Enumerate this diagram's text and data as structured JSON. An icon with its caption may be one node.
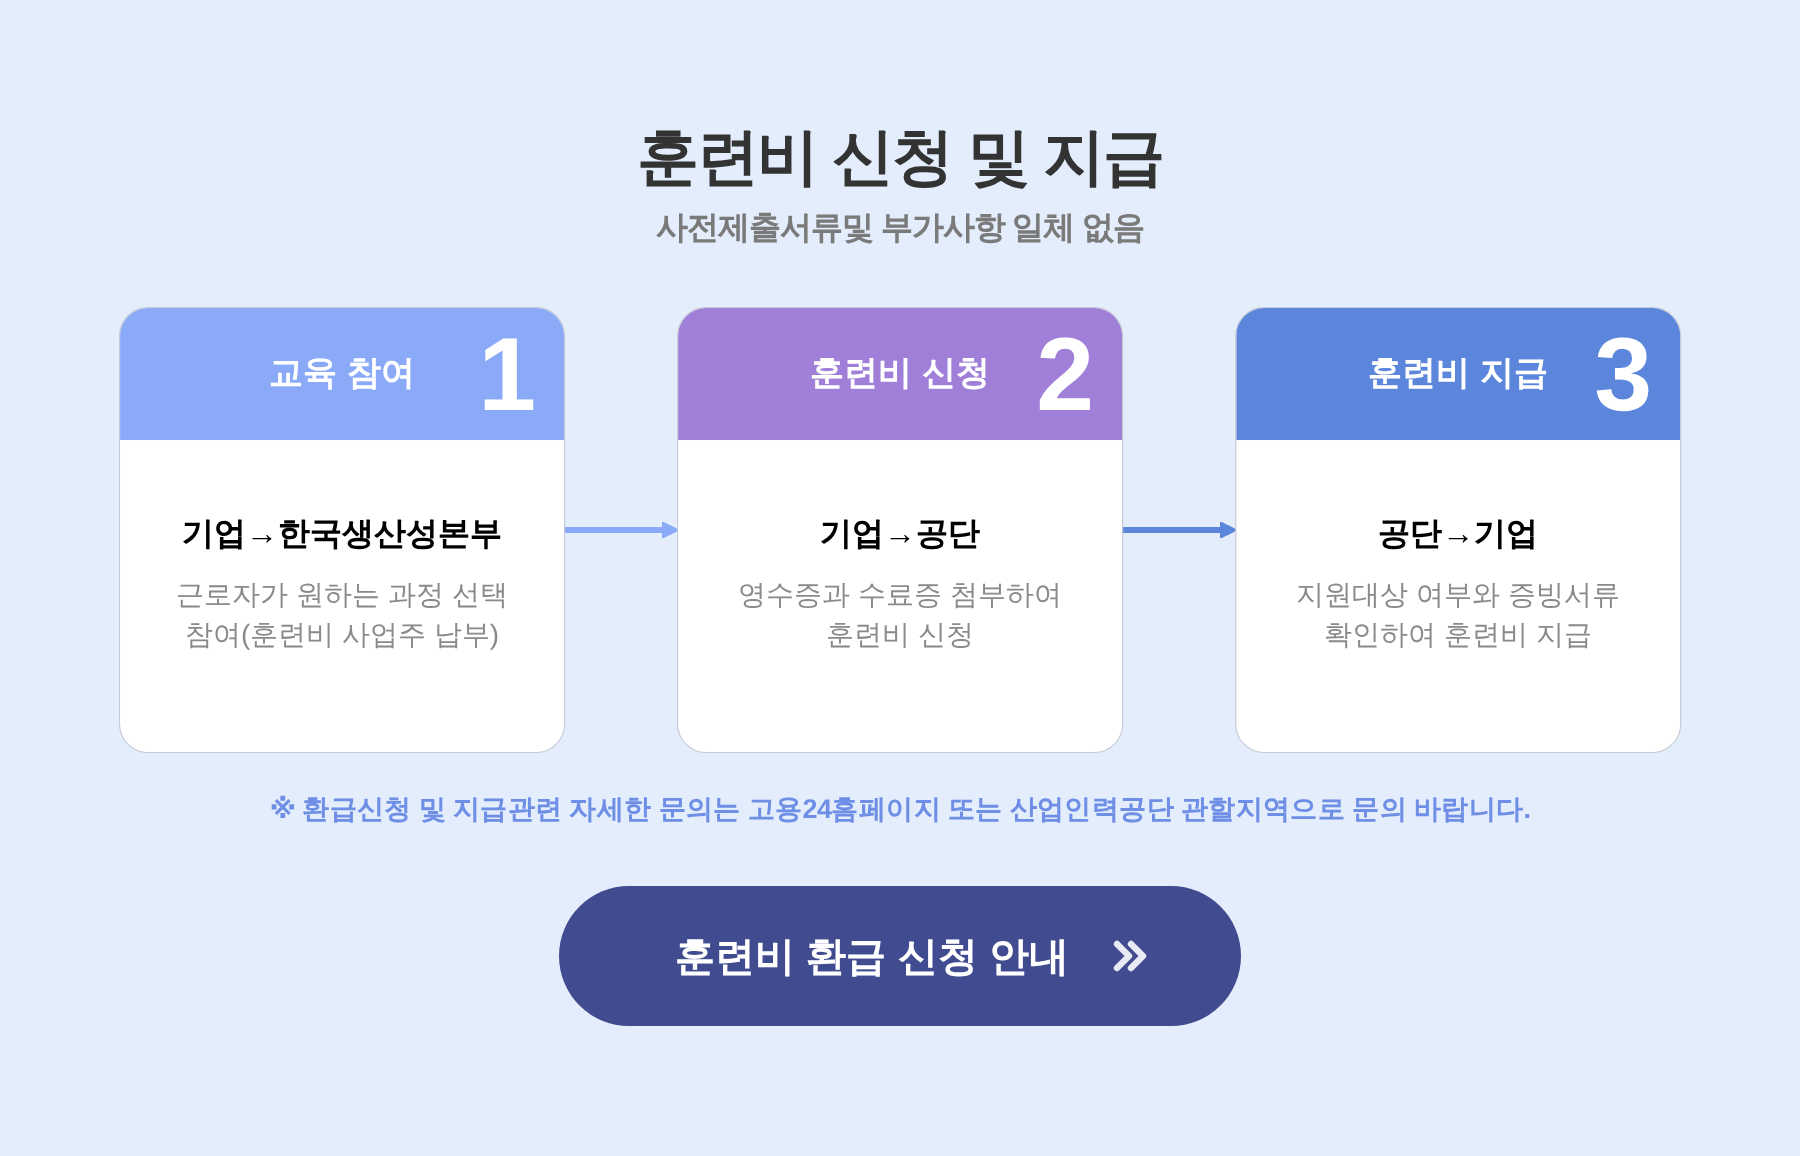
{
  "diagram": {
    "title": "훈련비 신청 및 지급",
    "nodes": [
      {
        "text": [
          "교육 참여",
          "1",
          "기업→한국생산성본부",
          "근로자가 원하는 과정 선택 참여(훈련비 사업주 납부)"
        ]
      },
      {
        "text": [
          "훈련비 신청",
          "2",
          "기업→공단",
          "영수증과 수료증 첨부하여 훈련비 신청"
        ]
      },
      {
        "text": [
          "훈련비 지급",
          "3",
          "공단→기업",
          "지원대상 여부와 증빙서류 확인하여 훈련비 지급"
        ]
      }
    ],
    "edges": [
      {
        "from": 0,
        "to": 1,
        "arrow": "to",
        "color": "#8aaaf8"
      },
      {
        "from": 1,
        "to": 2,
        "arrow": "to",
        "color": "#5b86dc"
      }
    ],
    "labels": [
      "사전제출서류및 부가사항 일체 없음",
      "※ 환급신청 및 지급관련 자세한 문의는 고용24홈페이지 또는 산업인력공단 관할지역으로 문의 바랍니다.",
      "훈련비 환급 신청 안내"
    ]
  }
}
